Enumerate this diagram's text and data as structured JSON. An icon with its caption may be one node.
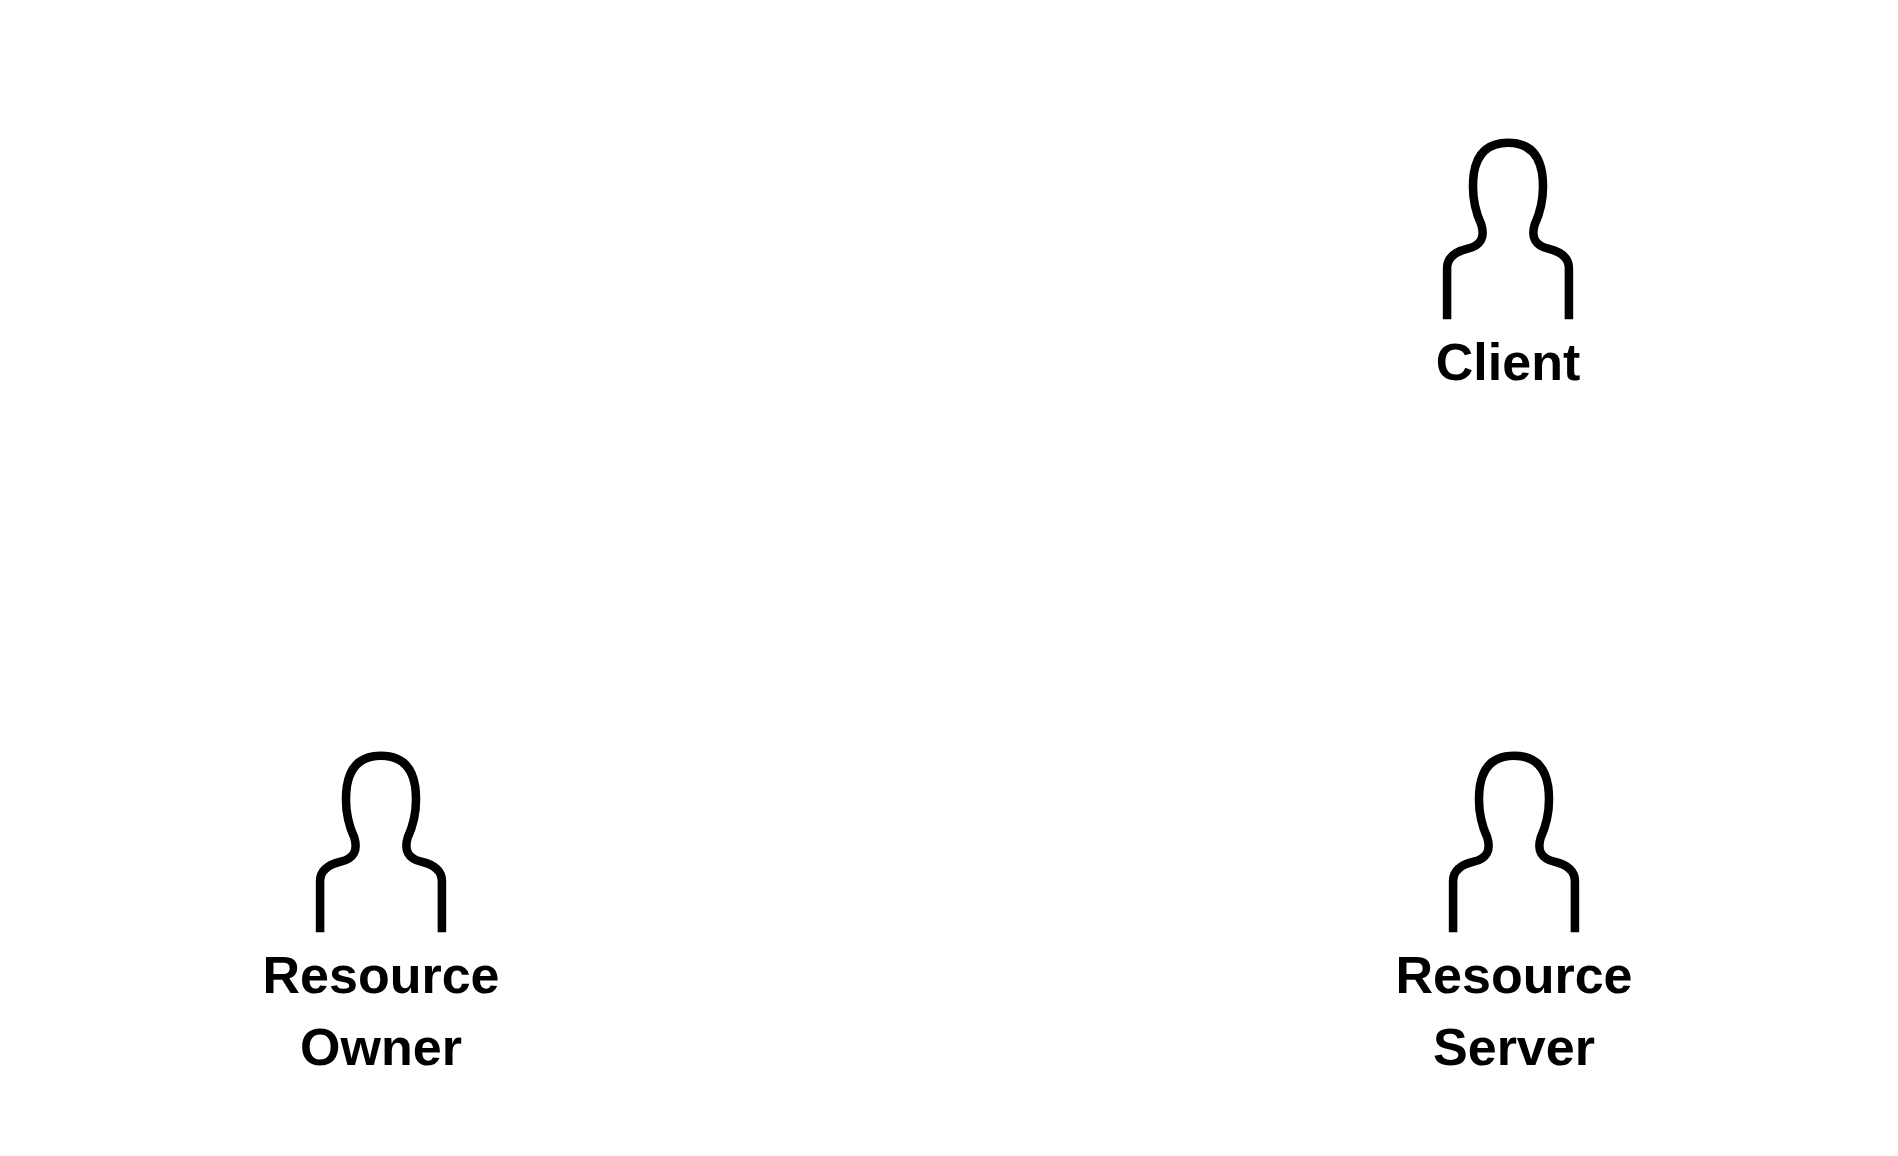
{
  "diagram": {
    "nodes": [
      {
        "text": [
          "Client"
        ]
      },
      {
        "text": [
          "Resource Owner"
        ]
      },
      {
        "text": [
          "Resource Server"
        ]
      }
    ]
  }
}
